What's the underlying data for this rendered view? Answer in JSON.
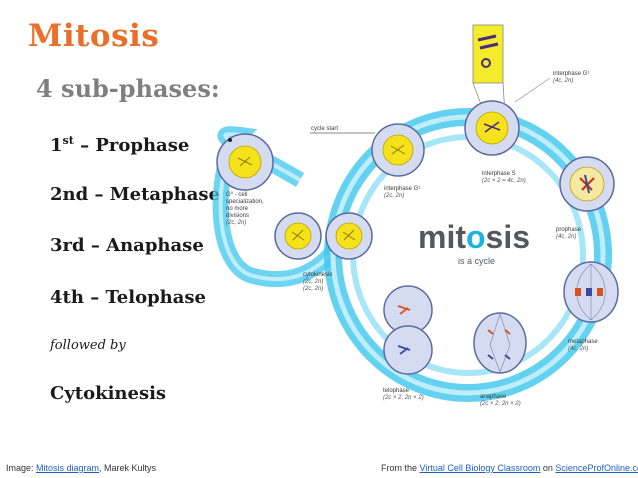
{
  "slide": {
    "title": "Mitosis",
    "subtitle": "4 sub-phases:",
    "phases": [
      {
        "num": "1",
        "sup": "st",
        "rest": " – Prophase"
      },
      {
        "text": "2nd – Metaphase"
      },
      {
        "text": "3rd – Anaphase"
      },
      {
        "text": "4th – Telophase"
      }
    ],
    "followed_by": "followed by",
    "last_phase": "Cytokinesis"
  },
  "footer": {
    "image_prefix": "Image: ",
    "image_link": "Mitosis diagram",
    "image_author": ", Marek Kultys",
    "from_prefix": "From the  ",
    "from_link": "Virtual Cell Biology Classroom",
    "from_mid": " on ",
    "from_site": "ScienceProfOnline.com"
  },
  "diagram": {
    "center_word_a": "mit",
    "center_word_b": "o",
    "center_word_c": "sis",
    "center_sub": "is a cycle",
    "cycle_start": "cycle start",
    "g0": [
      "G⁰ - cell",
      "specialization,",
      "no more",
      "divisions"
    ],
    "g0_ploidy": "(2c, 2n)",
    "interphase_g1_top": "interphase G¹",
    "interphase_g1_top_ploidy": "(4c, 2n)",
    "interphase_g1": "interphase G¹",
    "interphase_g1_ploidy": "(2c, 2n)",
    "interphase_s": "interphase S",
    "interphase_s_ploidy": "(2c × 2 = 4c, 2n)",
    "prophase": "prophase",
    "prophase_ploidy": "(4c, 2n)",
    "metaphase": "metaphase",
    "metaphase_ploidy": "(4c, 2n)",
    "anaphase": "anaphase",
    "anaphase_ploidy": "(2c × 2, 2n × 2)",
    "telophase": "telophase",
    "telophase_ploidy": "(2c × 2, 2n × 2)",
    "cytokinesis": "cytokinesis",
    "cytokinesis_ploidy": [
      "(2c, 2n)",
      "(2c, 2n)"
    ],
    "colors": {
      "ring": "#3cc7ee",
      "ring_light": "#bfeefa",
      "cell": "#d5dbf0",
      "cell_stroke": "#5a6b9e",
      "nucleus": "#f5e21a",
      "center_text": "#55575c",
      "center_accent": "#1ab3e0"
    }
  }
}
